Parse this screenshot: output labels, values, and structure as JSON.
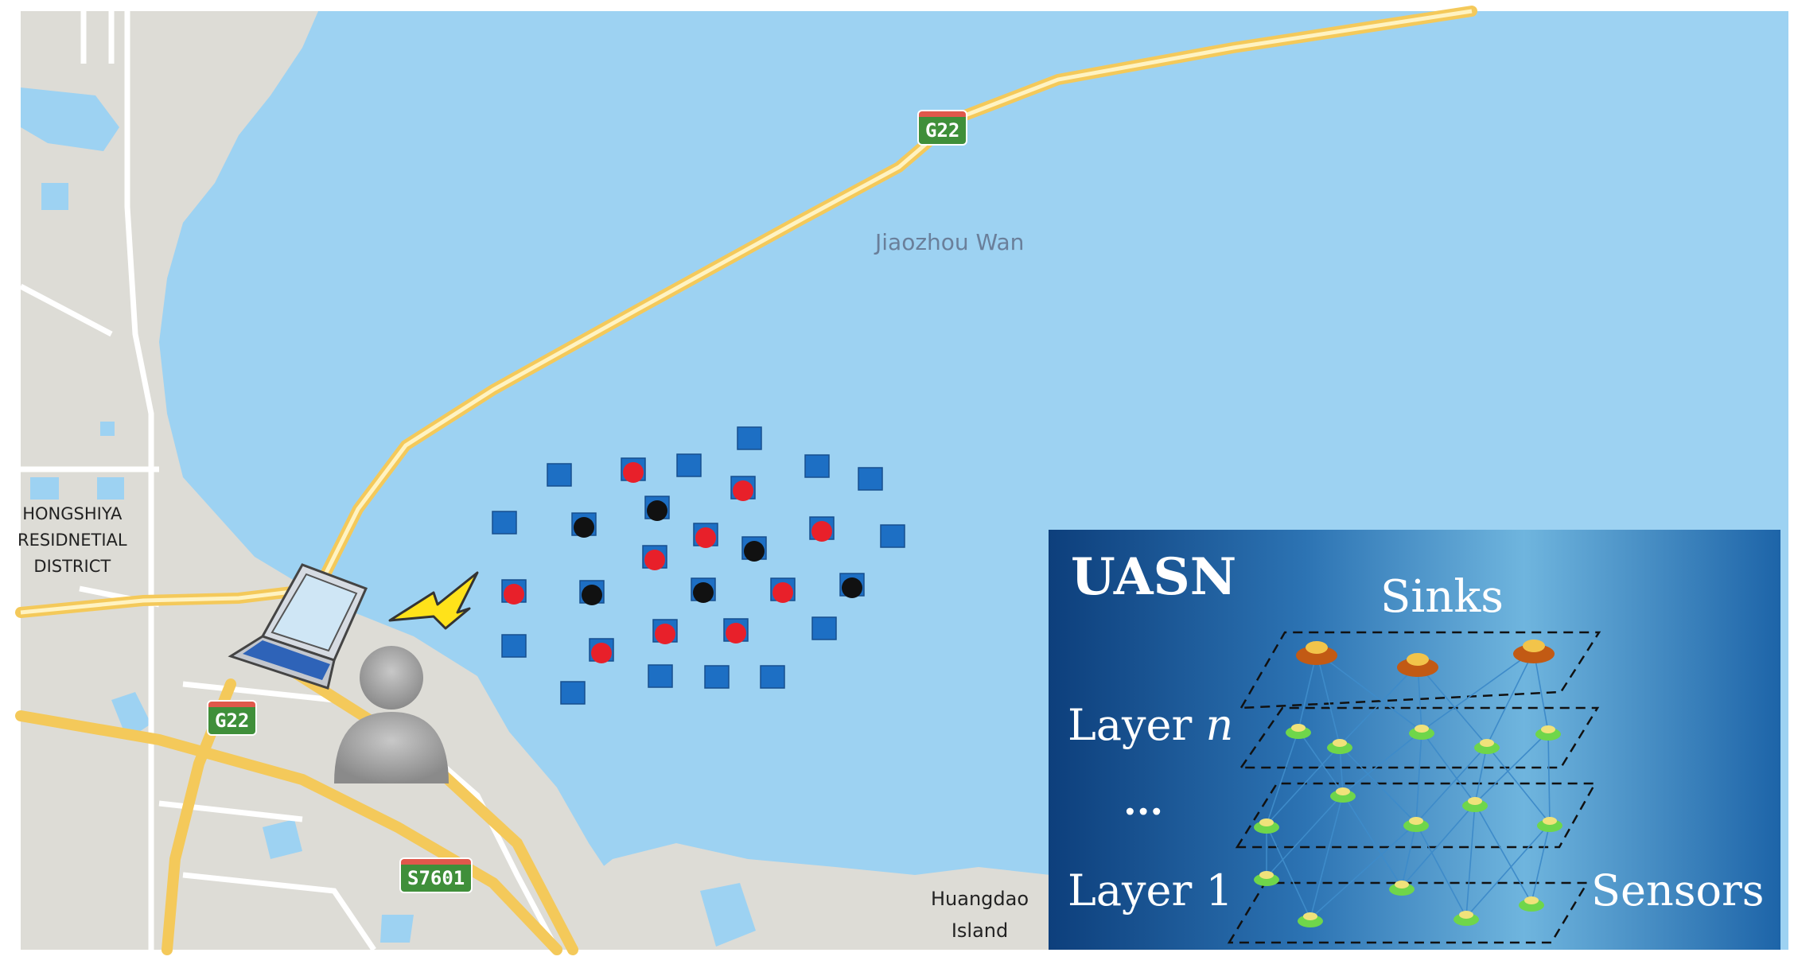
{
  "map": {
    "water_label": "Jiaozhou Wan",
    "district_label_lines": [
      "HONGSHIYA",
      "RESIDNETIAL",
      "DISTRICT"
    ],
    "island_label_lines": [
      "Huangdao",
      "Island"
    ],
    "road_shields": {
      "g22_north": "G22",
      "g22_west": "G22",
      "s7601": "S7601"
    },
    "colors": {
      "water": "#9dd2f2",
      "land": "#dddcd6",
      "highway": "#f7d774",
      "sensor_square": "#1d6fc4",
      "red_node": "#e8202a",
      "black_node": "#111111"
    }
  },
  "inset": {
    "title": "UASN",
    "sinks_label": "Sinks",
    "layer_n_prefix": "Layer ",
    "layer_n_var": "n",
    "ellipsis": "...",
    "layer_1_label": "Layer 1",
    "sensors_label": "Sensors"
  }
}
